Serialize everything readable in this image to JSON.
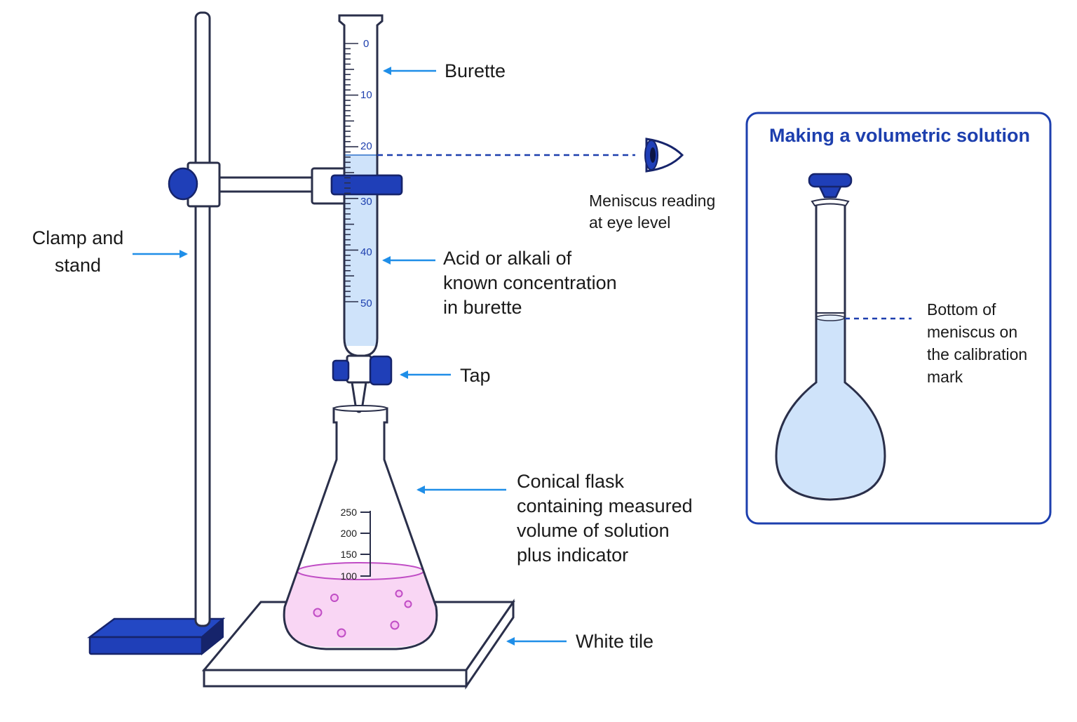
{
  "colors": {
    "accent_blue": "#1d3fae",
    "arrow_blue": "#1f8ee8",
    "outline": "#2a2f4a",
    "liquid_blue": "#cfe3fa",
    "indicator_pink": "#f9d6f4",
    "indicator_stroke": "#c04dc5"
  },
  "labels": {
    "burette": "Burette",
    "clamp_stand": [
      "Clamp and",
      "stand"
    ],
    "meniscus_eye": [
      "Meniscus reading",
      "at eye level"
    ],
    "acid_alkali": [
      "Acid or alkali of",
      "known concentration",
      "in burette"
    ],
    "tap": "Tap",
    "conical_flask": [
      "Conical flask",
      "containing measured",
      "volume of solution",
      "plus indicator"
    ],
    "white_tile": "White tile"
  },
  "burette_scale": [
    "0",
    "10",
    "20",
    "30",
    "40",
    "50"
  ],
  "flask_scale": [
    "250",
    "200",
    "150",
    "100"
  ],
  "volumetric_panel": {
    "title": "Making a volumetric solution",
    "meniscus_label": [
      "Bottom of",
      "meniscus on",
      "the calibration",
      "mark"
    ]
  },
  "icons": [
    "eye-icon",
    "arrow-icon"
  ]
}
